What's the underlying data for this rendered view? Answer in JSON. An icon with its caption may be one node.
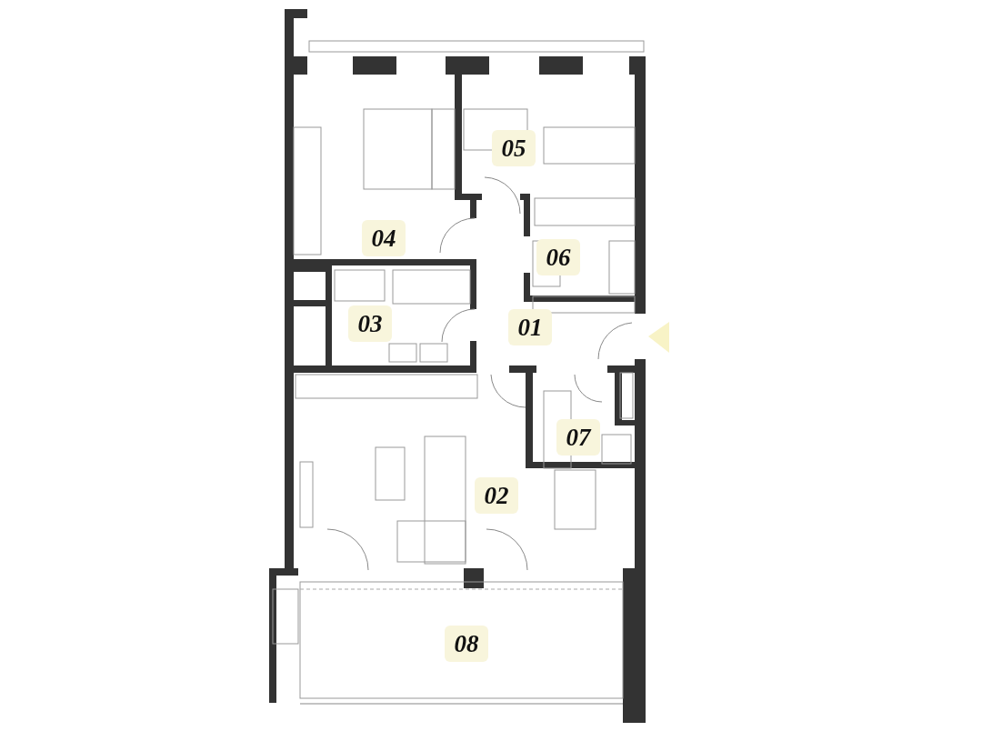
{
  "diagram": {
    "labels": [
      "05",
      "04",
      "06",
      "03",
      "01",
      "07",
      "02",
      "08"
    ]
  }
}
